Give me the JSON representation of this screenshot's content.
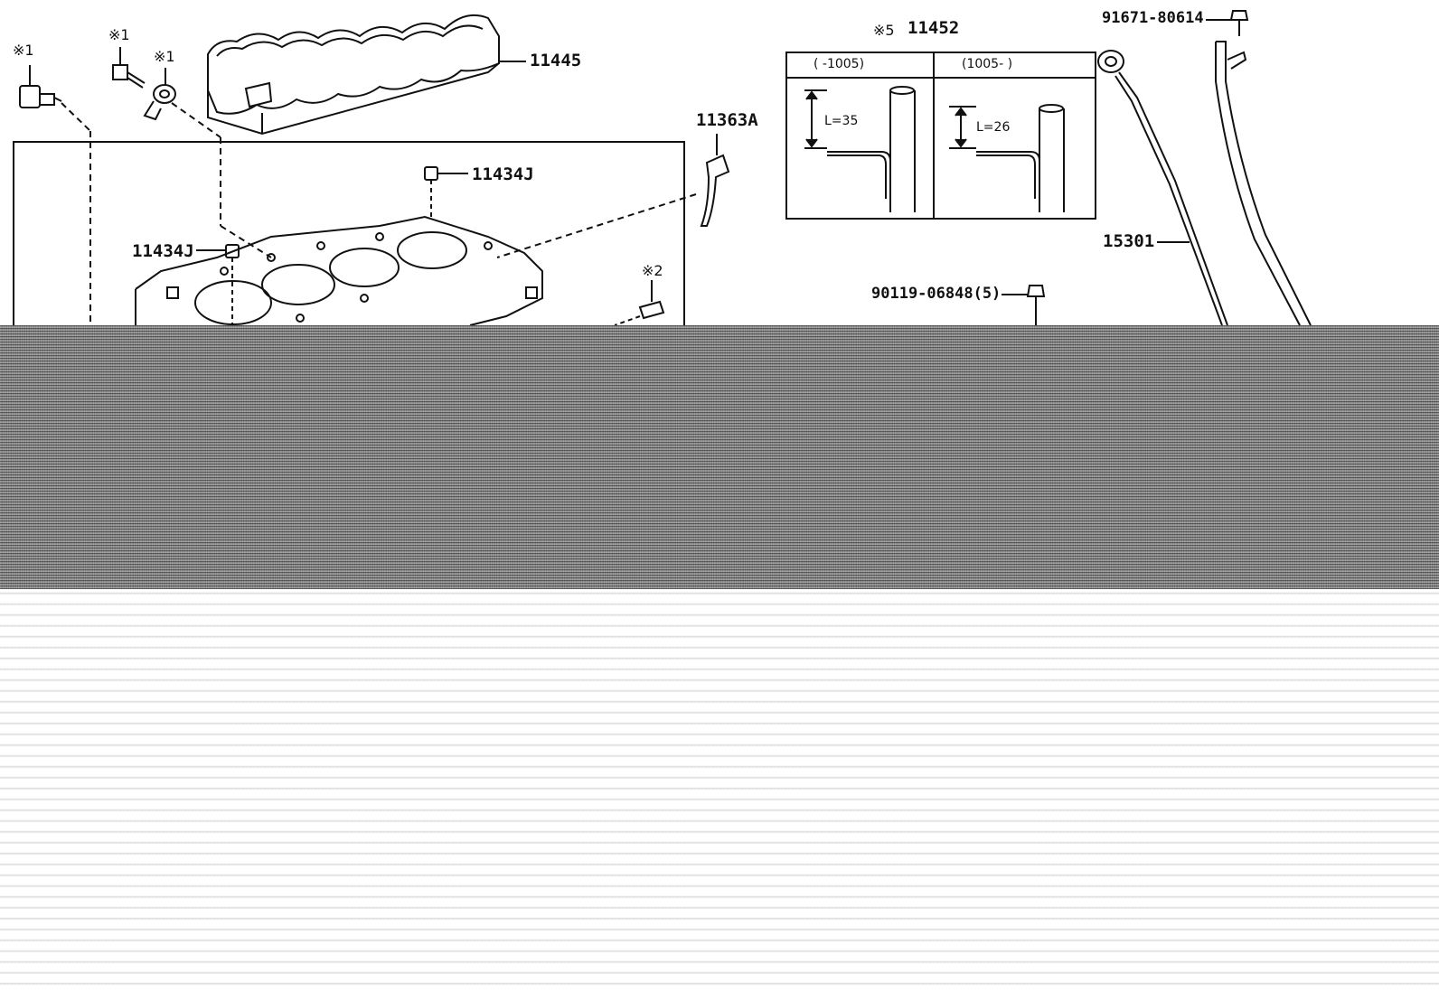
{
  "labels": {
    "note_top_left": "※1",
    "note_bolt": "※1",
    "note_washer": "※1",
    "part_11445": "11445",
    "part_11363a": "11363A",
    "part_11434j_top": "11434J",
    "part_11434j_left": "11434J",
    "note_pin": "※2",
    "note_inset": "※5",
    "part_11452": "11452",
    "inset_col1": "(    -1005)",
    "inset_col2": "(1005-     )",
    "inset_l1": "L=35",
    "inset_l2": "L=26",
    "part_91671": "91671-80614",
    "part_15301": "15301",
    "part_90119": "90119-06848(5)"
  },
  "colors": {
    "line": "#111111",
    "background": "#ffffff"
  }
}
